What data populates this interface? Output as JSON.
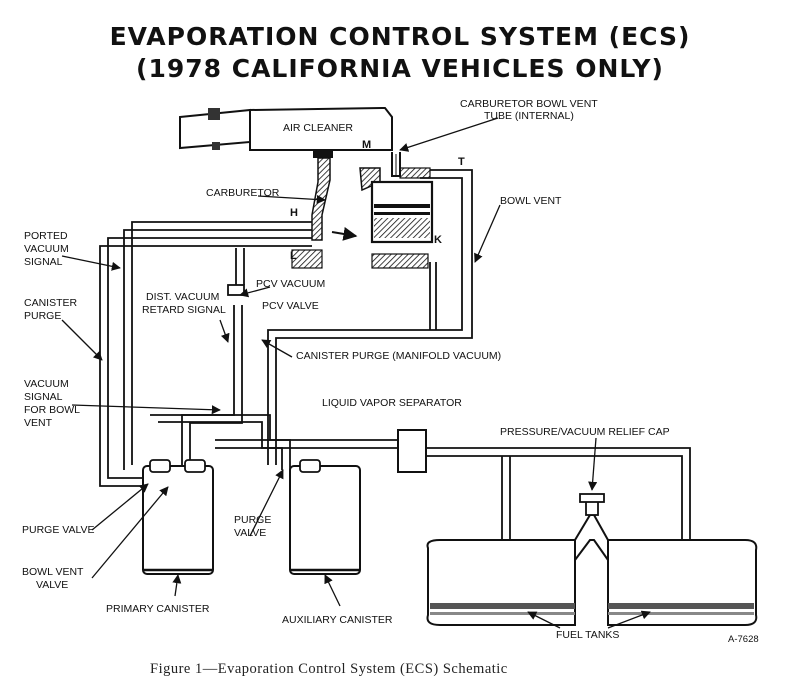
{
  "title": {
    "line1": "EVAPORATION CONTROL SYSTEM (ECS)",
    "line2": "(1978 CALIFORNIA VEHICLES ONLY)"
  },
  "labels": {
    "air_cleaner": "AIR CLEANER",
    "carb_bowl_vent_1": "CARBURETOR BOWL VENT",
    "carb_bowl_vent_2": "TUBE (INTERNAL)",
    "m": "M",
    "t": "T",
    "carburetor": "CARBURETOR",
    "h": "H",
    "k": "K",
    "l": "L",
    "bowl_vent": "BOWL VENT",
    "ported_1": "PORTED",
    "ported_2": "VACUUM",
    "ported_3": "SIGNAL",
    "pcv_vacuum": "PCV VACUUM",
    "pcv_valve": "PCV VALVE",
    "dist_1": "DIST. VACUUM",
    "dist_2": "RETARD SIGNAL",
    "canister_purge_1": "CANISTER",
    "canister_purge_2": "PURGE",
    "canister_purge_manifold": "CANISTER PURGE (MANIFOLD VACUUM)",
    "vacuum_signal_1": "VACUUM",
    "vacuum_signal_2": "SIGNAL",
    "vacuum_signal_3": "FOR BOWL",
    "vacuum_signal_4": "VENT",
    "liquid_vapor_separator": "LIQUID VAPOR SEPARATOR",
    "pressure_relief_cap": "PRESSURE/VACUUM RELIEF CAP",
    "purge_valve_left": "PURGE VALVE",
    "purge_valve_right_1": "PURGE",
    "purge_valve_right_2": "VALVE",
    "bowl_vent_valve_1": "BOWL VENT",
    "bowl_vent_valve_2": "VALVE",
    "primary_canister": "PRIMARY CANISTER",
    "auxiliary_canister": "AUXILIARY CANISTER",
    "fuel_tanks": "FUEL TANKS",
    "drawing_no": "A-7628"
  },
  "caption": "Figure 1—Evaporation Control System (ECS) Schematic"
}
